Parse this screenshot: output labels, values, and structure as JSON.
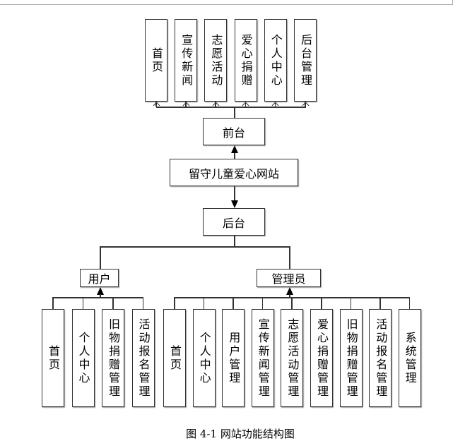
{
  "root": "留守儿童爱心网站",
  "frontend": {
    "label": "前台",
    "modules": [
      "首页",
      "宣传新闻",
      "志愿活动",
      "爱心捐赠",
      "个人中心",
      "后台管理"
    ]
  },
  "backend": {
    "label": "后台",
    "user": {
      "label": "用户",
      "modules": [
        "首页",
        "个人中心",
        "旧物捐赠管理",
        "活动报名管理"
      ]
    },
    "admin": {
      "label": "管理员",
      "modules": [
        "首页",
        "个人中心",
        "用户管理",
        "宣传新闻管理",
        "志愿活动管理",
        "爱心捐赠管理",
        "旧物捐赠管理",
        "活动报名管理",
        "系统管理"
      ]
    }
  },
  "caption": "图 4-1 网站功能结构图"
}
